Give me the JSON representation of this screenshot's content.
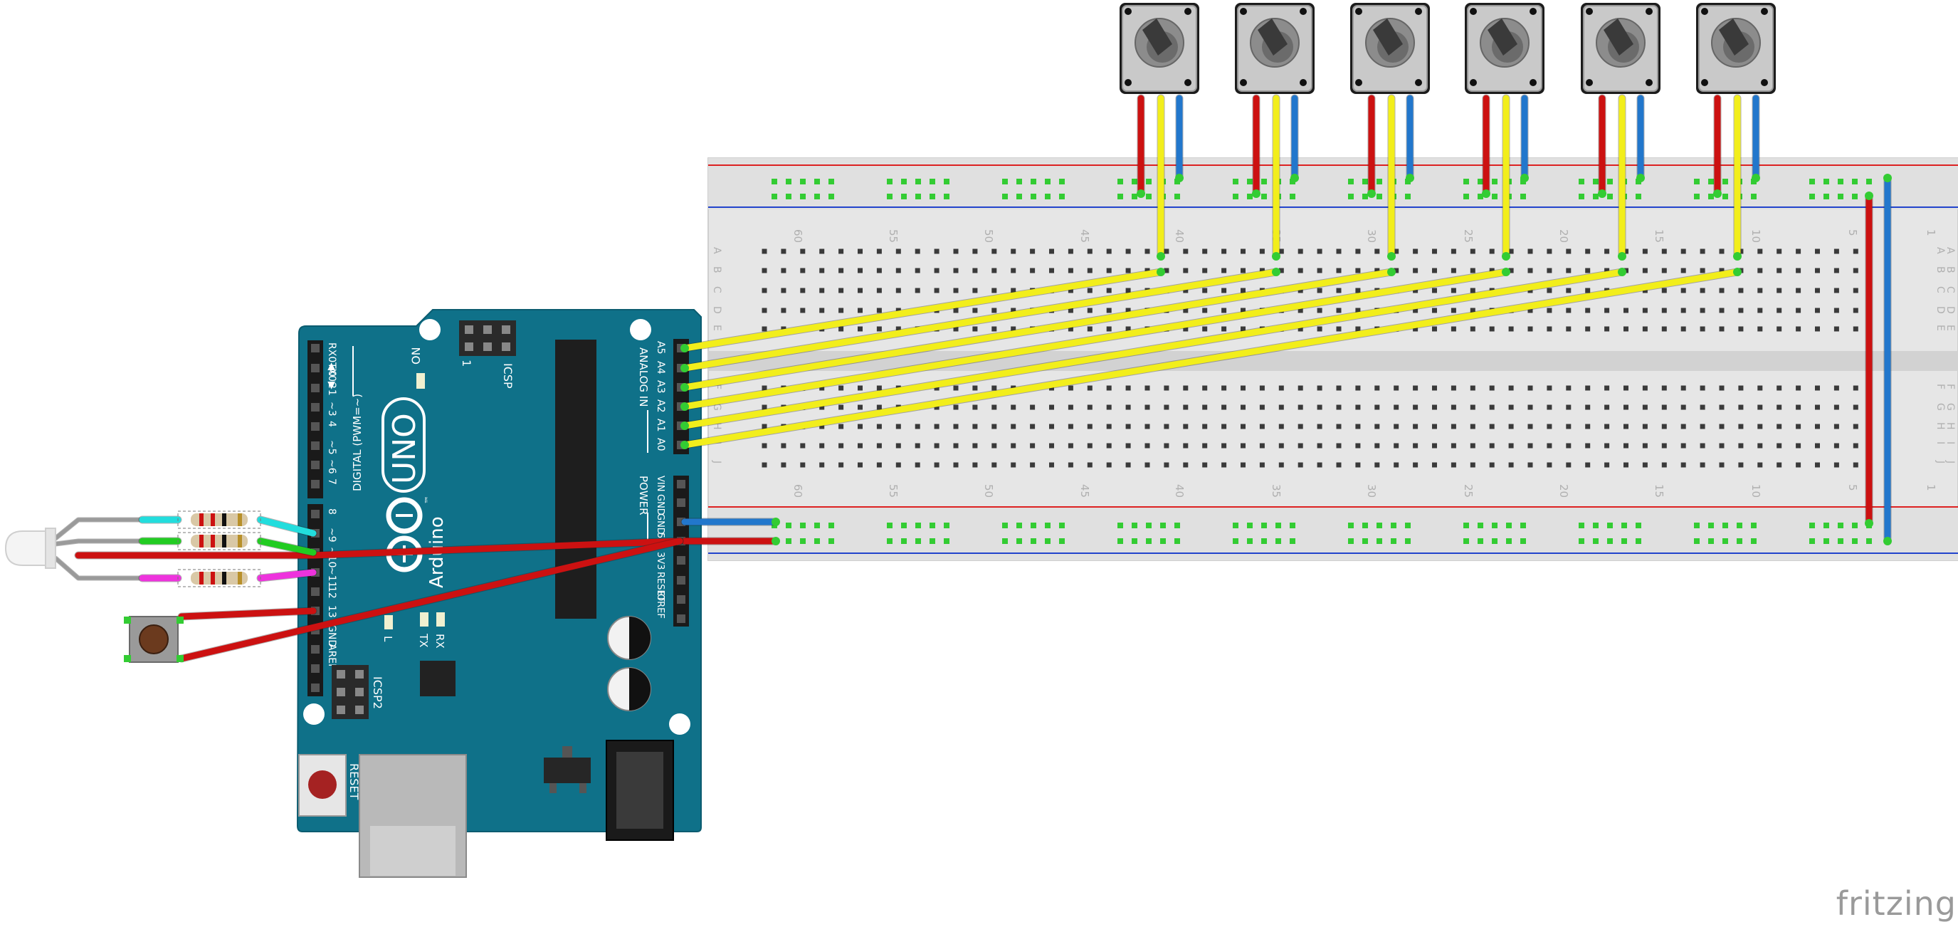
{
  "watermark": "fritzing",
  "breadboard": {
    "column_numbers": [
      "60",
      "55",
      "50",
      "45",
      "40",
      "35",
      "30",
      "25",
      "20",
      "15",
      "10",
      "5",
      "1"
    ],
    "row_letters_top": [
      "A",
      "B",
      "C",
      "D",
      "E"
    ],
    "row_letters_bottom": [
      "F",
      "G",
      "H",
      "I",
      "J"
    ]
  },
  "arduino": {
    "model_text": "UNO",
    "brand_text": "Arduino",
    "tm": "™",
    "digital_header_label": "DIGITAL (PWM=~)",
    "digital_pins": [
      "RX0◀0",
      "TX0▶1",
      "2",
      "~3",
      "4",
      "~5",
      "~6",
      "7",
      "8",
      "~9",
      "~10",
      "~11",
      "12",
      "13",
      "GND",
      "AREF"
    ],
    "analog_header_label": "ANALOG IN",
    "analog_pins": [
      "A5",
      "A4",
      "A3",
      "A2",
      "A1",
      "A0"
    ],
    "power_header_label": "POWER",
    "power_pins": [
      "VIN",
      "GND",
      "GND",
      "5V",
      "3V3",
      "RESET",
      "IOREF"
    ],
    "icsp_label": "ICSP",
    "icsp_pin1": "1",
    "icsp2_label": "ICSP2",
    "on_label": "ON",
    "l_label": "L",
    "tx_label": "TX",
    "rx_label": "RX",
    "reset_label": "RESET"
  },
  "components": {
    "potentiometers": 6,
    "rgb_led": 1,
    "resistors": 3,
    "pushbutton": 1
  },
  "colors": {
    "board": "#0f7189",
    "breadboard": "#e8e8e8",
    "wire_red": "#cc1111",
    "wire_yellow": "#f2ee1b",
    "wire_blue": "#2277cc",
    "wire_cyan": "#22dddd",
    "wire_green": "#22cc22",
    "wire_magenta": "#ee33dd",
    "hole_green": "#33cc33"
  }
}
